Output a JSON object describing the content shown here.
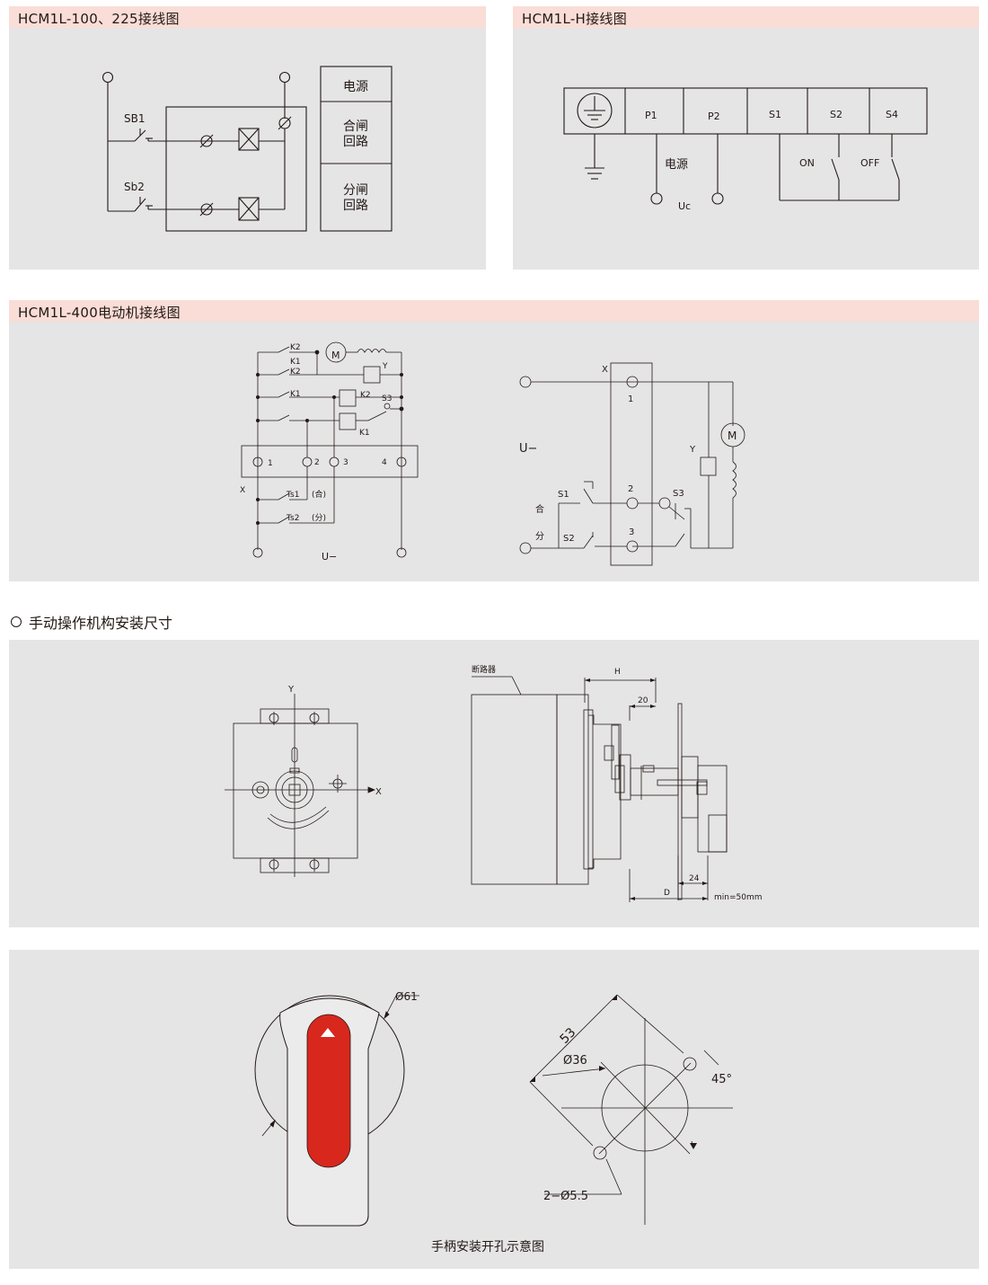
{
  "panel1": {
    "title": "HCM1L-100、225接线图",
    "sb1": "SB1",
    "sb2": "Sb2",
    "table": [
      "电源",
      "合闸",
      "回路",
      "分闸",
      "回路"
    ]
  },
  "panel2": {
    "title": "HCM1L-H接线图",
    "terminals": [
      "P1",
      "P2",
      "S1",
      "S2",
      "S4"
    ],
    "power": "电源",
    "uc": "Uc",
    "on": "ON",
    "off": "OFF"
  },
  "panel3": {
    "title": "HCM1L-400电动机接线图",
    "left": {
      "k2": "K2",
      "k1": "K1",
      "m": "M",
      "y": "Y",
      "s3": "S3",
      "t1": "1",
      "t2": "2",
      "t3": "3",
      "t4": "4",
      "x": "X",
      "ts1": "Ts1",
      "he": "(合)",
      "ts2": "Ts2",
      "fen": "(分)",
      "u": "U−"
    },
    "right": {
      "x": "X",
      "n1": "1",
      "n2": "2",
      "n3": "3",
      "u": "U−",
      "y": "Y",
      "m": "M",
      "s1": "S1",
      "s2": "S2",
      "s3": "S3",
      "he": "合",
      "fen": "分"
    }
  },
  "section": {
    "title": "手动操作机构安装尺寸"
  },
  "panel4": {
    "y": "Y",
    "x": "X",
    "breaker": "断路器",
    "h": "H",
    "d20": "20",
    "d24": "24",
    "d": "D",
    "min": "min=50mm"
  },
  "panel5": {
    "phi61": "Ø61",
    "d53": "53",
    "phi36": "Ø36",
    "angle": "45°",
    "holes": "2−Ø5.5",
    "caption": "手柄安装开孔示意图"
  },
  "colors": {
    "panel": "#e5e5e6",
    "header": "#f9ddd6",
    "handle_red": "#d8271d",
    "line": "#231815"
  }
}
